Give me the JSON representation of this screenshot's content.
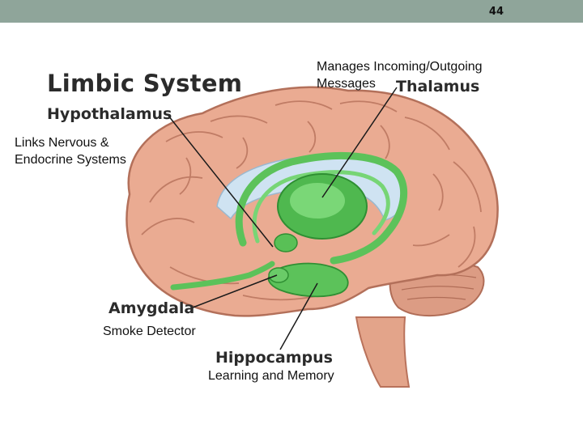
{
  "slide_number": "44",
  "diagram": {
    "title": "Limbic System",
    "labels": {
      "hypothalamus": "Hypothalamus",
      "thalamus": "Thalamus",
      "amygdala": "Amygdala",
      "hippocampus": "Hippocampus"
    },
    "notes": {
      "thalamus_line1": "Manages Incoming/Outgoing",
      "thalamus_line2": "Messages",
      "hypothalamus_line1": "Links Nervous &",
      "hypothalamus_line2": "Endocrine Systems",
      "amygdala": "Smoke Detector",
      "hippocampus": "Learning and Memory"
    }
  },
  "colors": {
    "header_bar": "#8fa59a",
    "brain": "#e8a98f",
    "limbic_green": "#5cc25a",
    "ventricle_blue": "#cfe3f2"
  }
}
